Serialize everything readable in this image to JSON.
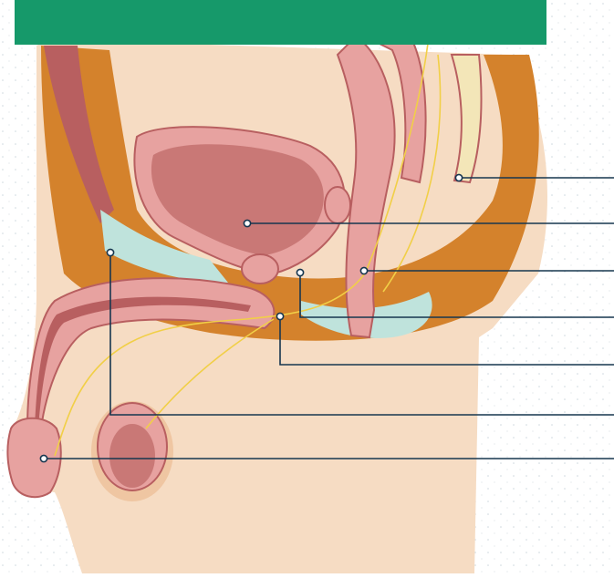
{
  "header": {
    "title": "",
    "color": "#16996a"
  },
  "colors": {
    "skin": "#f6dcc3",
    "skin_dark": "#efc6a2",
    "cavity": "#d4822c",
    "cavity_dark": "#bf6d1e",
    "organ_pink": "#e7a2a0",
    "organ_dark": "#b85f60",
    "organ_inner": "#c97876",
    "tissue_blue": "#bfe3dc",
    "nerve_yellow": "#f1cf47",
    "bone": "#f3e6b8",
    "rectum_green": "#1e6a48",
    "leader_line": "#16364f"
  },
  "callouts": [
    {
      "id": "sacrum",
      "label": ""
    },
    {
      "id": "bladder",
      "label": ""
    },
    {
      "id": "rectum",
      "label": ""
    },
    {
      "id": "prostate",
      "label": ""
    },
    {
      "id": "urethra",
      "label": ""
    },
    {
      "id": "pubic-bone",
      "label": ""
    },
    {
      "id": "glans",
      "label": ""
    }
  ]
}
